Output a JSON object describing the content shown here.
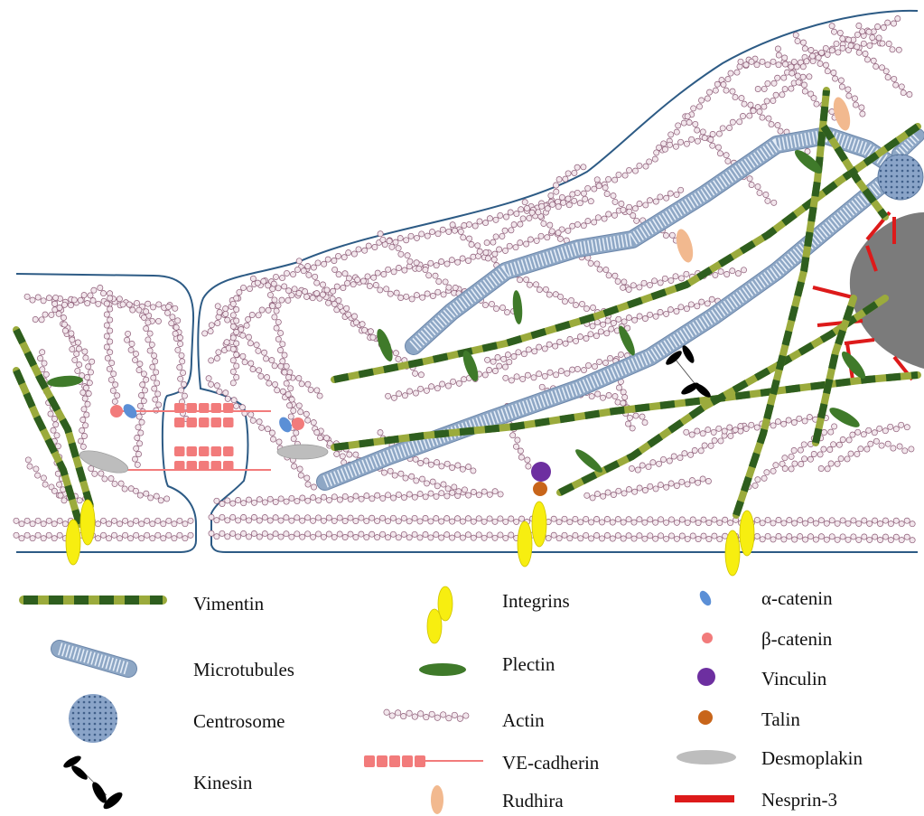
{
  "colors": {
    "membrane": "#2d5b85",
    "actin_fill": "#f2e6ec",
    "actin_stroke": "#8b5a75",
    "vimentin_dark": "#2e5e1e",
    "vimentin_light": "#9bab3c",
    "microtubule": "#8ea7c5",
    "microtubule_stripe": "#e6eef8",
    "centrosome": "#8aa4c8",
    "nucleus": "#7b7b7b",
    "nesprin": "#dd1a1a",
    "integrin": "#f7ee10",
    "plectin": "#3f7a2a",
    "cadherin": "#f27b7b",
    "alpha_catenin": "#5b8fd6",
    "beta_catenin": "#f27b7b",
    "vinculin": "#6d2fa0",
    "talin": "#c8651a",
    "desmoplakin": "#bdbdbd",
    "rudhira": "#f2b98f",
    "kinesin": "#000000"
  },
  "legend": {
    "vimentin": "Vimentin",
    "microtubules": "Microtubules",
    "centrosome": "Centrosome",
    "kinesin": "Kinesin",
    "integrins": "Integrins",
    "plectin": "Plectin",
    "actin": "Actin",
    "ve_cadherin": "VE-cadherin",
    "rudhira": "Rudhira",
    "alpha_catenin": "α-catenin",
    "beta_catenin": "β-catenin",
    "vinculin": "Vinculin",
    "talin": "Talin",
    "desmoplakin": "Desmoplakin",
    "nesprin3": "Nesprin-3"
  }
}
